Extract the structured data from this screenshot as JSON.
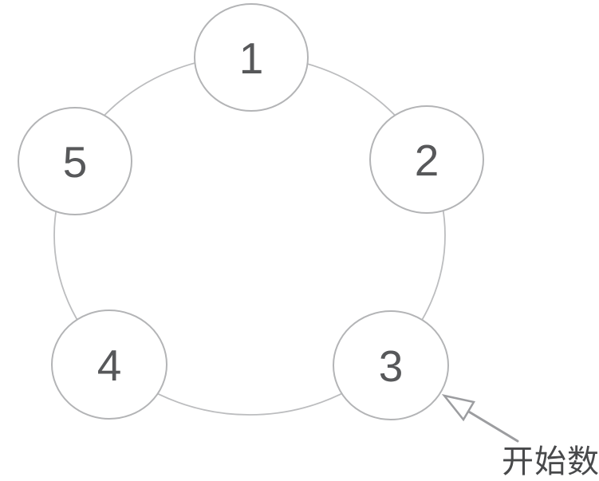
{
  "diagram": {
    "type": "circular-counting-ring",
    "nodes": [
      {
        "label": "1"
      },
      {
        "label": "2"
      },
      {
        "label": "3"
      },
      {
        "label": "4"
      },
      {
        "label": "5"
      }
    ],
    "annotation": {
      "text": "开始数",
      "points_to_node": "3"
    },
    "colors": {
      "background": "#ffffff",
      "node_fill": "#ffffff",
      "node_stroke": "#b3b4b6",
      "ring_stroke": "#bcbdbf",
      "number_text": "#57585a",
      "arrow": "#9c9da0",
      "arrow_head_fill": "#ffffff",
      "annotation_text": "#48494b"
    }
  }
}
